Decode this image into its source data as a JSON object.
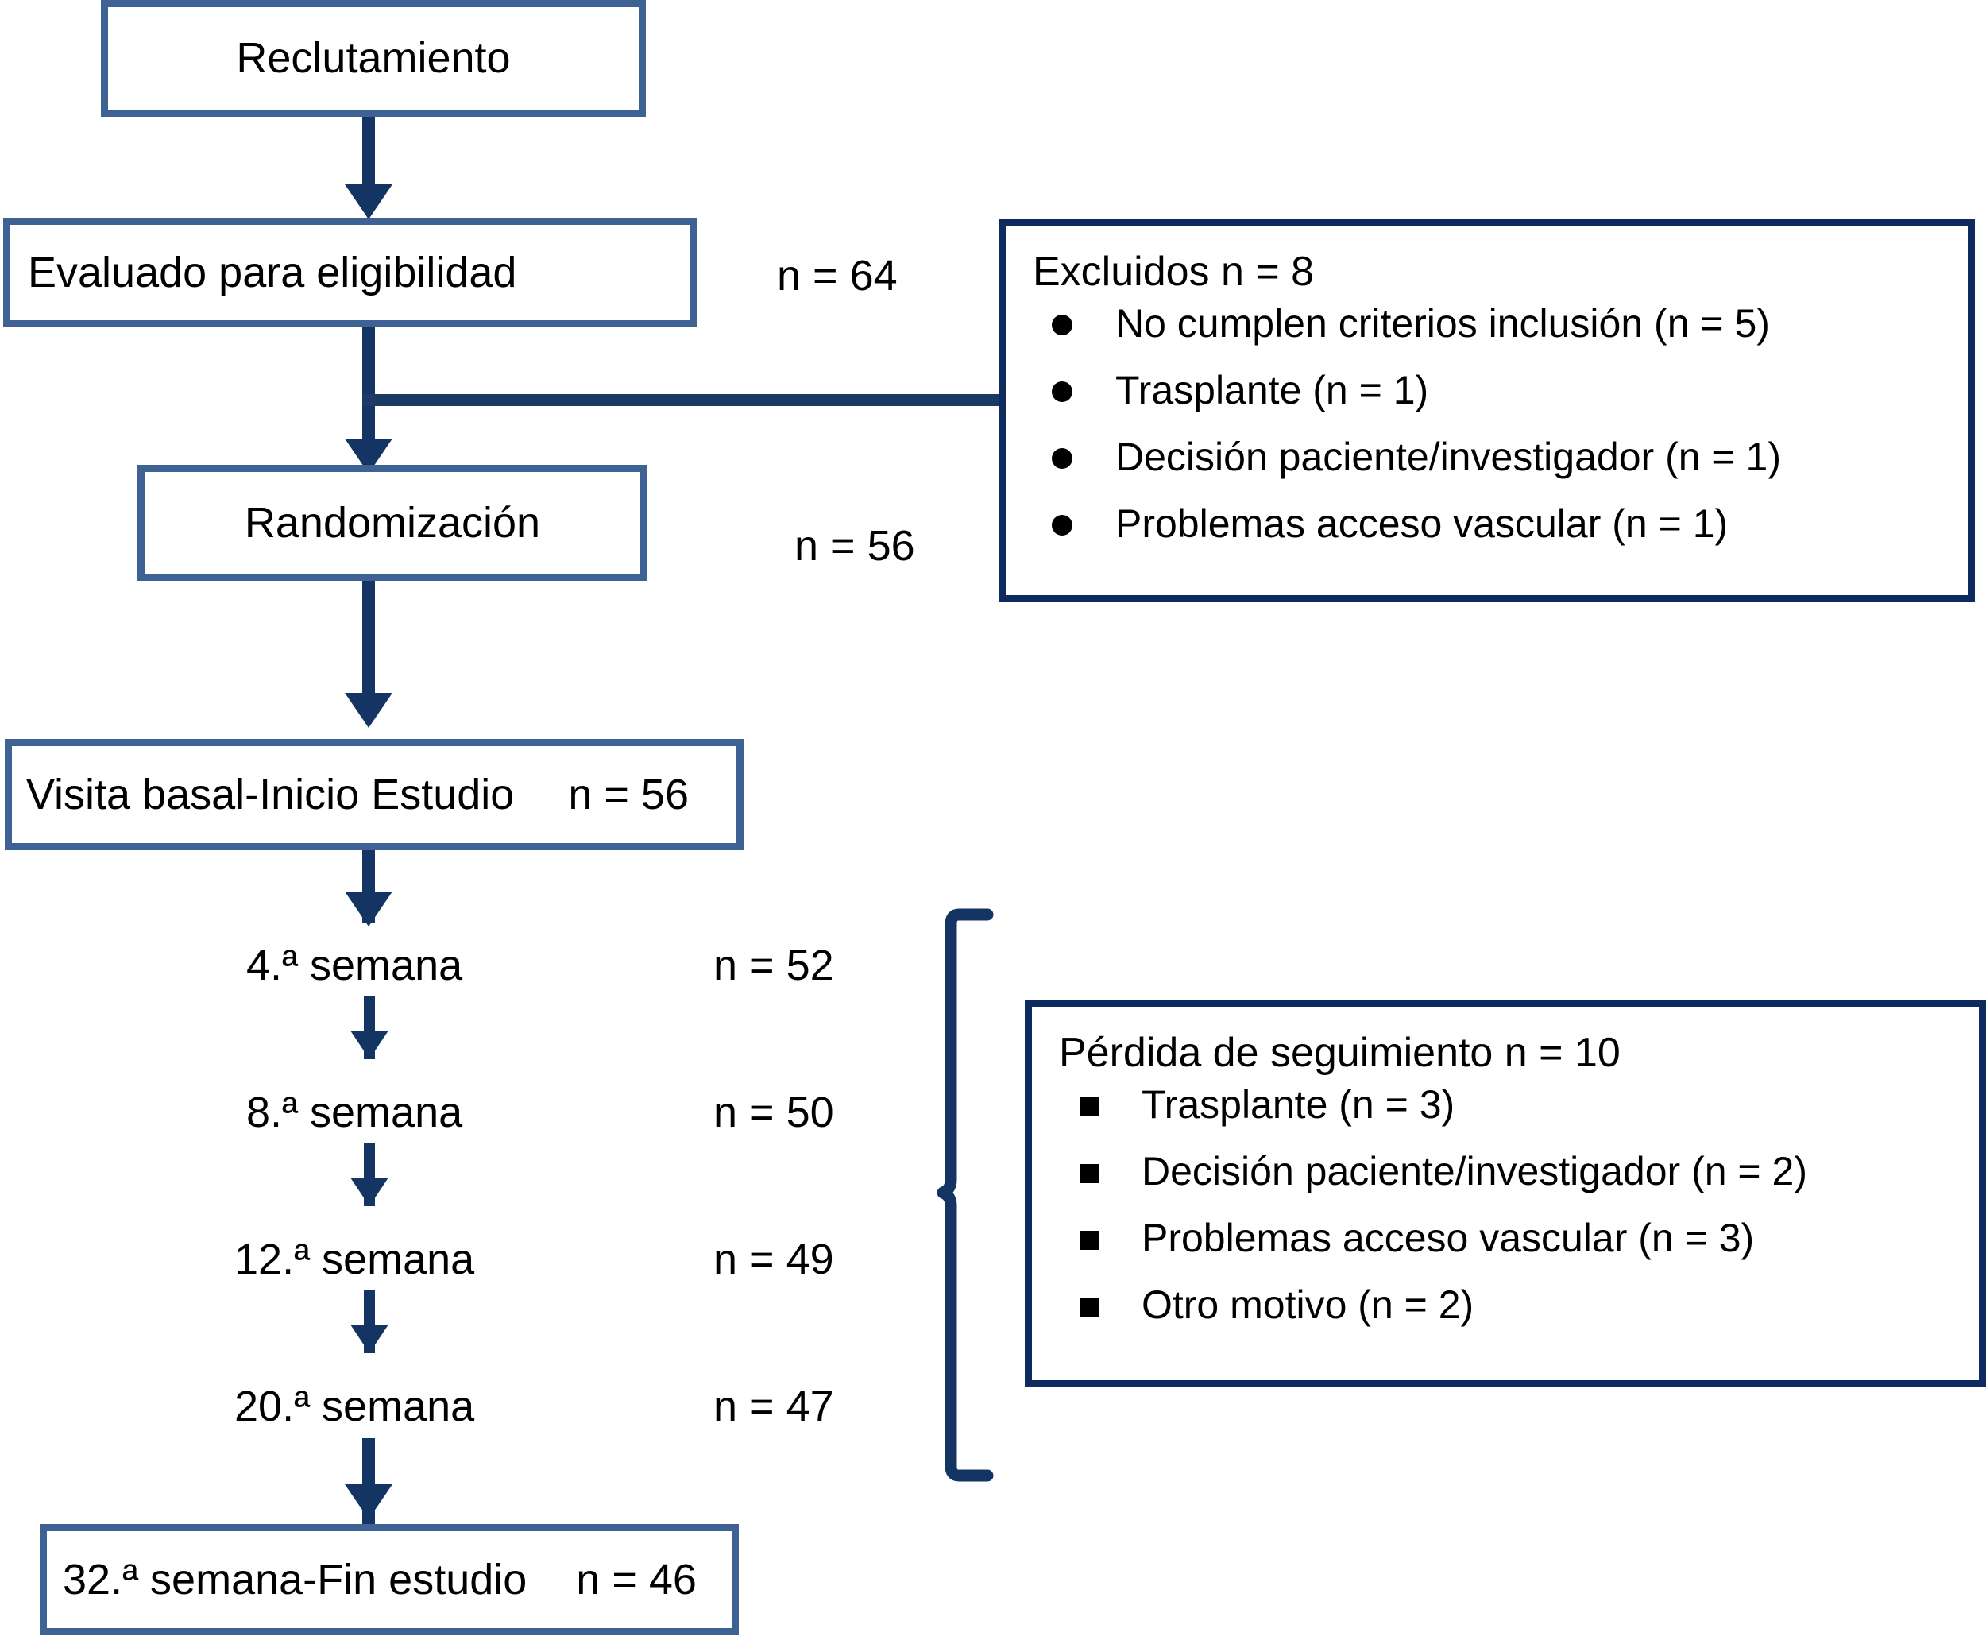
{
  "flowchart": {
    "title_nodes": {
      "recruitment": "Reclutamiento",
      "eligibility": "Evaluado para eligibilidad",
      "randomization": "Randomización",
      "baseline": "Visita basal-Inicio Estudio",
      "baseline_n": "n = 56",
      "final": "32.ª semana-Fin estudio",
      "final_n": "n = 46"
    },
    "side_counts": {
      "eligibility_n": "n = 64",
      "randomization_n": "n = 56"
    },
    "excluded_box": {
      "title": "Excluidos n = 8",
      "bullet_style": "disc",
      "items": [
        "No cumplen criterios inclusión (n = 5)",
        "Trasplante (n = 1)",
        "Decisión paciente/investigador (n = 1)",
        "Problemas acceso vascular (n = 1)"
      ]
    },
    "lost_box": {
      "title": "Pérdida de seguimiento n = 10",
      "bullet_style": "square",
      "items": [
        "Trasplante (n = 3)",
        "Decisión paciente/investigador (n = 2)",
        "Problemas acceso vascular (n = 3)",
        "Otro motivo (n = 2)"
      ]
    },
    "visits": [
      {
        "label": "4.ª semana",
        "n": "n = 52"
      },
      {
        "label": "8.ª semana",
        "n": "n = 50"
      },
      {
        "label": "12.ª semana",
        "n": "n = 49"
      },
      {
        "label": "20.ª semana",
        "n": "n = 47"
      }
    ],
    "colors": {
      "process_border": "#3d6293",
      "callout_border": "#0e2a5e",
      "connector": "#143563",
      "background": "#ffffff",
      "text": "#000000"
    }
  }
}
